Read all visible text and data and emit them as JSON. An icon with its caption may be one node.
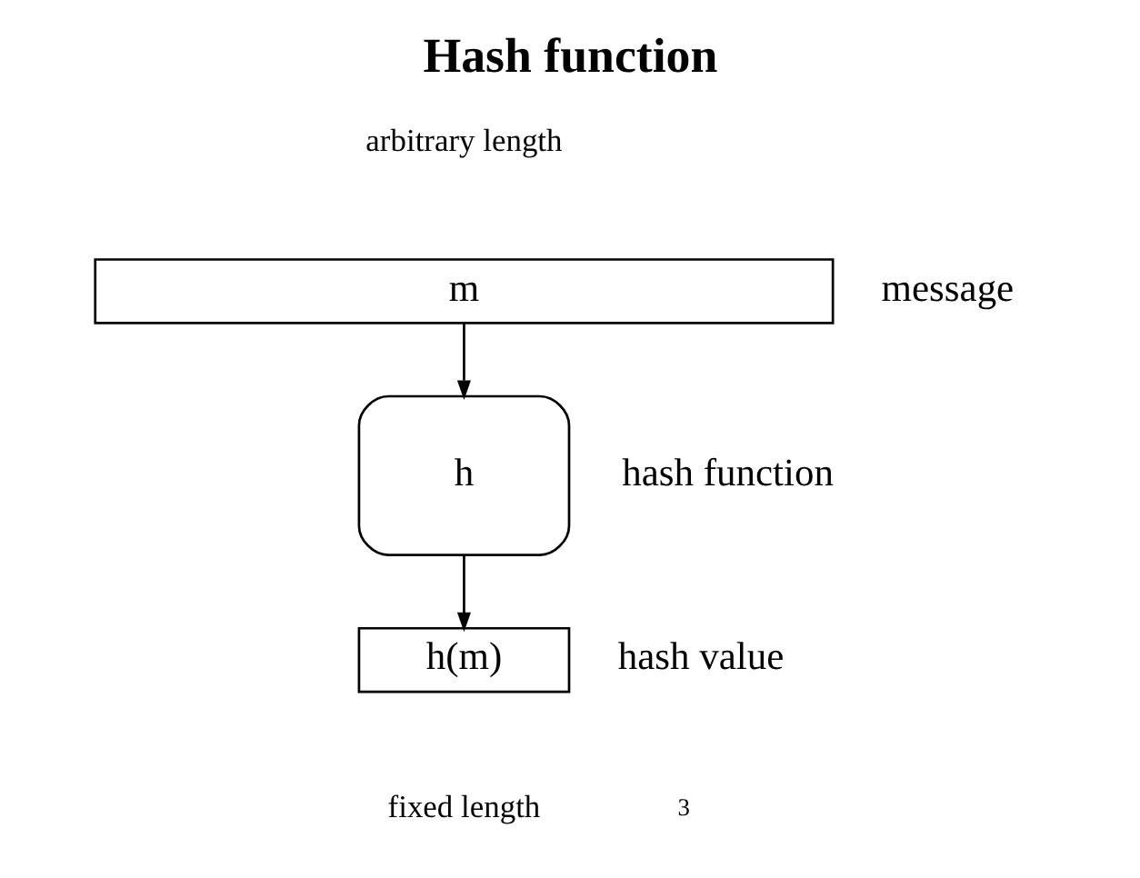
{
  "diagram": {
    "title": "Hash function",
    "nodes": [
      {
        "text": [
          "m"
        ],
        "beside": [
          "message"
        ]
      },
      {
        "text": [
          "h"
        ],
        "beside": [
          "hash function"
        ]
      },
      {
        "text": [
          "h(m)"
        ],
        "beside": [
          "hash value"
        ]
      }
    ],
    "edges": [
      {
        "from": 0,
        "to": 1,
        "arrow": "to"
      },
      {
        "from": 1,
        "to": 2,
        "arrow": "to"
      }
    ],
    "labels": [
      "arbitrary length",
      "fixed length",
      "3"
    ]
  }
}
